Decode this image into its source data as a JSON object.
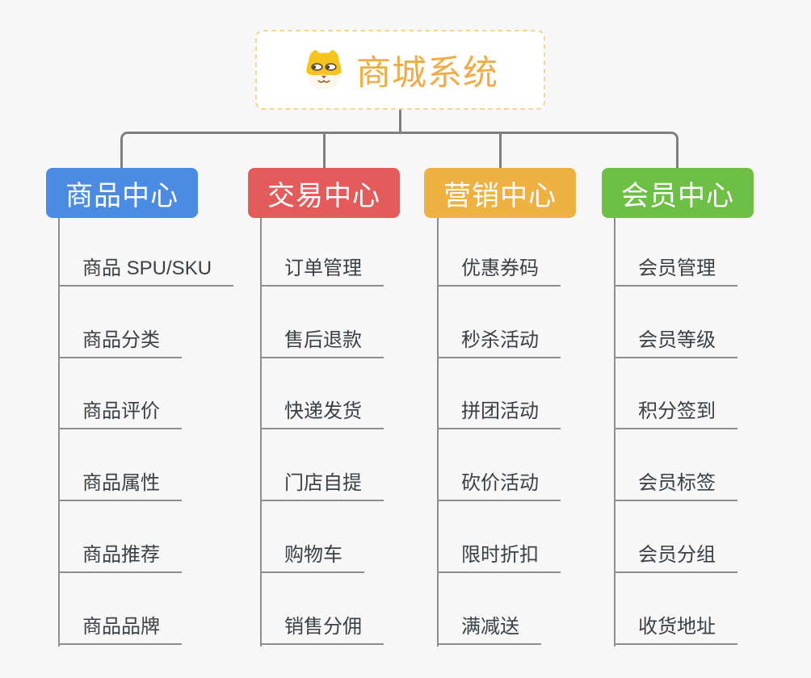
{
  "canvas": {
    "background": "#f7f7f7",
    "connector_color": "#7f7f7f",
    "subline_color": "#8e8e8e"
  },
  "root": {
    "title": "商城系统",
    "icon": "dog-icon",
    "text_color": "#efac49",
    "border_color": "#f6d494",
    "background": "#ffffff"
  },
  "branches": [
    {
      "label": "商品中心",
      "color": "#4a8ce4",
      "children": [
        "商品 SPU/SKU",
        "商品分类",
        "商品评价",
        "商品属性",
        "商品推荐",
        "商品品牌"
      ]
    },
    {
      "label": "交易中心",
      "color": "#e45b5b",
      "children": [
        "订单管理",
        "售后退款",
        "快递发货",
        "门店自提",
        "购物车",
        "销售分佣"
      ]
    },
    {
      "label": "营销中心",
      "color": "#eeb142",
      "children": [
        "优惠券码",
        "秒杀活动",
        "拼团活动",
        "砍价活动",
        "限时折扣",
        "满减送"
      ]
    },
    {
      "label": "会员中心",
      "color": "#6ebf45",
      "children": [
        "会员管理",
        "会员等级",
        "积分签到",
        "会员标签",
        "会员分组",
        "收货地址"
      ]
    }
  ]
}
